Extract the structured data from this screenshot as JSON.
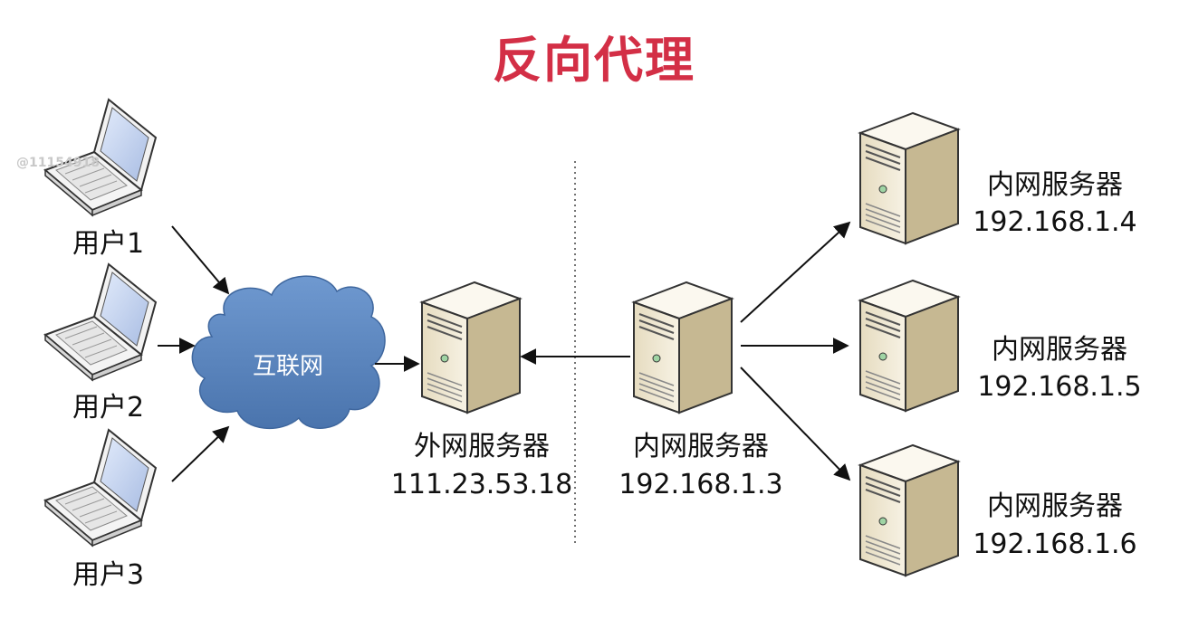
{
  "title": "反向代理",
  "watermark": "@11154918",
  "users": [
    {
      "label": "用户1"
    },
    {
      "label": "用户2"
    },
    {
      "label": "用户3"
    }
  ],
  "internet": {
    "label": "互联网"
  },
  "external_server": {
    "name": "外网服务器",
    "ip": "111.23.53.18"
  },
  "proxy_server": {
    "name": "内网服务器",
    "ip": "192.168.1.3"
  },
  "backend_servers": [
    {
      "name": "内网服务器",
      "ip": "192.168.1.4"
    },
    {
      "name": "内网服务器",
      "ip": "192.168.1.5"
    },
    {
      "name": "内网服务器",
      "ip": "192.168.1.6"
    }
  ],
  "colors": {
    "title": "#d32f46",
    "cloud": "#5b86c0",
    "server_body": "#efe8d6",
    "server_side": "#c9bd9a",
    "laptop_screen": "#c9d8f2"
  }
}
